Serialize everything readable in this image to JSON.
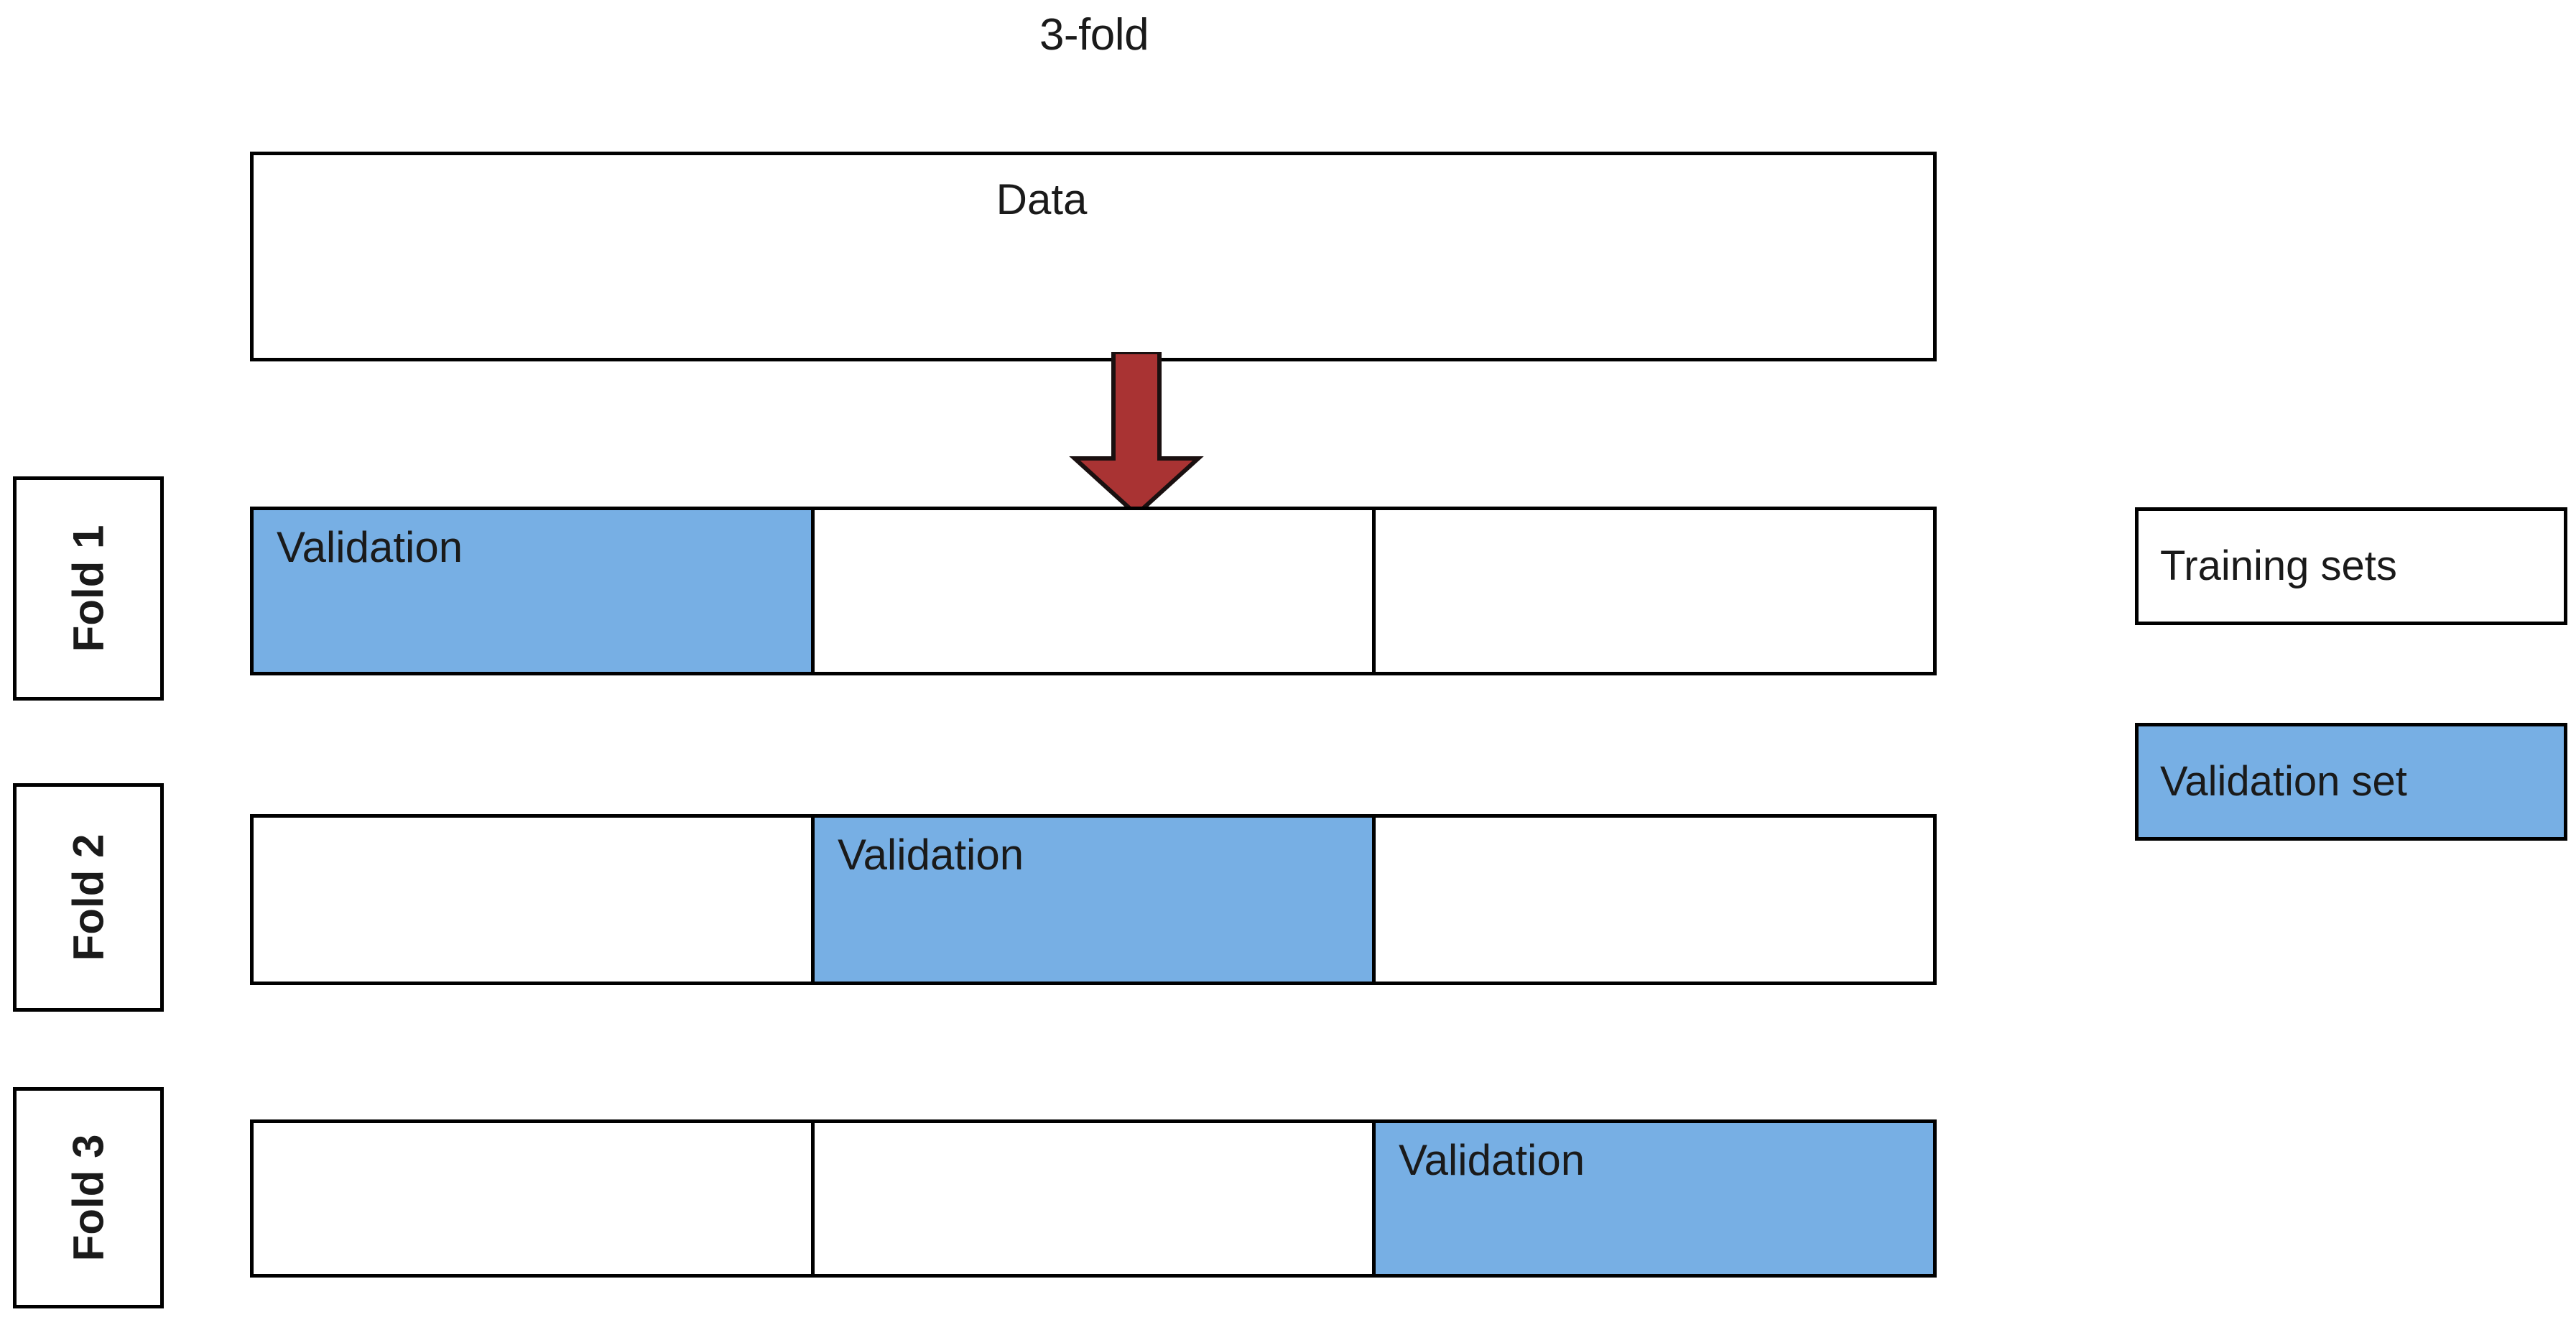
{
  "title": "3-fold",
  "data_box": {
    "label": "Data"
  },
  "arrow": {
    "icon": "down-arrow-icon",
    "color": "#A93333"
  },
  "folds": [
    {
      "tag": "Fold 1",
      "segments": [
        {
          "label": "Validation",
          "highlighted": true
        },
        {
          "label": "",
          "highlighted": false
        },
        {
          "label": "",
          "highlighted": false
        }
      ]
    },
    {
      "tag": "Fold 2",
      "segments": [
        {
          "label": "",
          "highlighted": false
        },
        {
          "label": "Validation",
          "highlighted": true
        },
        {
          "label": "",
          "highlighted": false
        }
      ]
    },
    {
      "tag": "Fold 3",
      "segments": [
        {
          "label": "",
          "highlighted": false
        },
        {
          "label": "",
          "highlighted": false
        },
        {
          "label": "Validation",
          "highlighted": true
        }
      ]
    }
  ],
  "legend": [
    {
      "label": "Training sets",
      "highlighted": false
    },
    {
      "label": "Validation set",
      "highlighted": true
    }
  ],
  "colors": {
    "validation_fill": "#77AFE4",
    "training_fill": "#FFFFFF",
    "stroke": "#000000",
    "arrow_fill": "#A93333",
    "text": "#1A1A1A"
  }
}
